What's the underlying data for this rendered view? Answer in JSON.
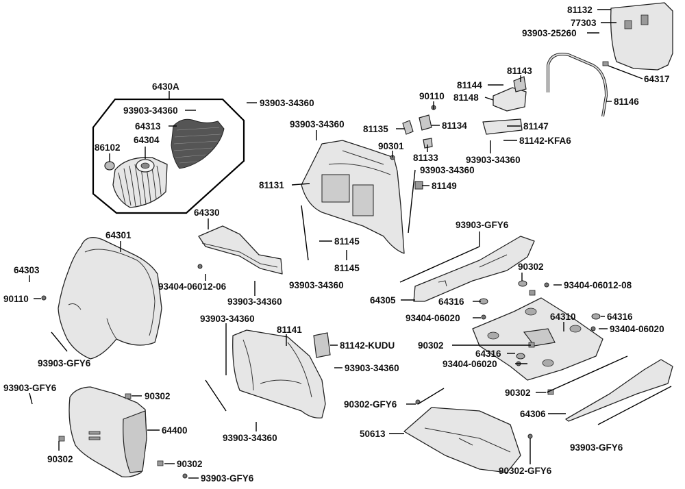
{
  "diagram": {
    "labels": {
      "l_6430A": "6430A",
      "l_93903_34360_a": "93903-34360",
      "l_93903_34360_b": "93903-34360",
      "l_64313": "64313",
      "l_86102": "86102",
      "l_64304": "64304",
      "l_64301": "64301",
      "l_64303": "64303",
      "l_90110_a": "90110",
      "l_93903_GFY6_a": "93903-GFY6",
      "l_93903_GFY6_b": "93903-GFY6",
      "l_90302_a": "90302",
      "l_64400": "64400",
      "l_90302_b": "90302",
      "l_90302_c": "90302",
      "l_93903_GFY6_c": "93903-GFY6",
      "l_64330": "64330",
      "l_93404_06012_06": "93404-06012-06",
      "l_93903_34360_c": "93903-34360",
      "l_93903_34360_d": "93903-34360",
      "l_81141": "81141",
      "l_81142_KUDU": "81142-KUDU",
      "l_93903_34360_e": "93903-34360",
      "l_93903_34360_f": "93903-34360",
      "l_93903_34360_g": "93903-34360",
      "l_81131": "81131",
      "l_81145_a": "81145",
      "l_81145_b": "81145",
      "l_93903_34360_h": "93903-34360",
      "l_90110_b": "90110",
      "l_81135": "81135",
      "l_81134": "81134",
      "l_90301": "90301",
      "l_81133": "81133",
      "l_93903_34360_i": "93903-34360",
      "l_81149": "81149",
      "l_81144": "81144",
      "l_81143": "81143",
      "l_81148": "81148",
      "l_81147": "81147",
      "l_81142_KFA6": "81142-KFA6",
      "l_93903_34360_j": "93903-34360",
      "l_81132": "81132",
      "l_77303": "77303",
      "l_93903_25260": "93903-25260",
      "l_64317": "64317",
      "l_81146": "81146",
      "l_93903_GFY6_d": "93903-GFY6",
      "l_64305": "64305",
      "l_90302_d": "90302",
      "l_93404_06012_08": "93404-06012-08",
      "l_64316_a": "64316",
      "l_93404_06020_a": "93404-06020",
      "l_64310": "64310",
      "l_64316_b": "64316",
      "l_93404_06020_b": "93404-06020",
      "l_90302_e": "90302",
      "l_64316_c": "64316",
      "l_93404_06020_c": "93404-06020",
      "l_90302_f": "90302",
      "l_64306": "64306",
      "l_93903_GFY6_e": "93903-GFY6",
      "l_90302_GFY6_a": "90302-GFY6",
      "l_50613": "50613",
      "l_90302_GFY6_b": "90302-GFY6"
    }
  }
}
